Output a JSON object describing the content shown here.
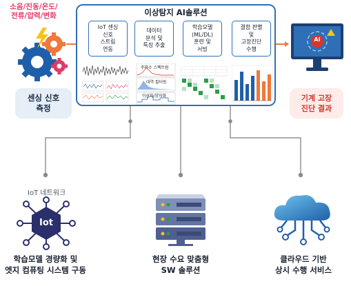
{
  "sensor": {
    "signals_line1": "소음/진동/온도/",
    "signals_line2": "전류/압력/변화",
    "box_line1": "센싱 신호",
    "box_line2": "측정"
  },
  "solution": {
    "title": "이상탐지 AI솔루션",
    "steps": [
      {
        "line1": "IoT 센싱",
        "line2": "신호",
        "line3": "스트림",
        "line4": "연동"
      },
      {
        "line1": "데이터",
        "line2": "분석 및",
        "line3": "특징 추출",
        "line4": ""
      },
      {
        "line1": "학습모델",
        "line2": "(ML/DL)",
        "line3": "훈련 및",
        "line4": "서빙"
      },
      {
        "line1": "결함 판별",
        "line2": "및",
        "line3": "고장진단",
        "line4": "수행"
      }
    ],
    "thumb_labels": {
      "spectrum": "주파수 스펙트럼",
      "band": "대역 필터링",
      "quantize": "이산화/양자화"
    }
  },
  "result": {
    "monitor_badge": "AI",
    "box_line1": "기계 고장",
    "box_line2": "진단 결과"
  },
  "bottom": {
    "iot_network": "IoT 네트워크",
    "iot_hub": "Iot",
    "edge_line1": "학습모델 경량화 및",
    "edge_line2": "엣지 컴퓨팅 시스템 구동",
    "server_line1": "현장 수요 맞춤형",
    "server_line2": "SW 솔루션",
    "cloud_line1": "클라우드 기반",
    "cloud_line2": "상시 수행 서비스"
  },
  "colors": {
    "frame_blue": "#2f6fb6",
    "arrow_orange": "#f0783c",
    "sensor_pink": "#e03a67",
    "result_red": "#d8362a"
  }
}
